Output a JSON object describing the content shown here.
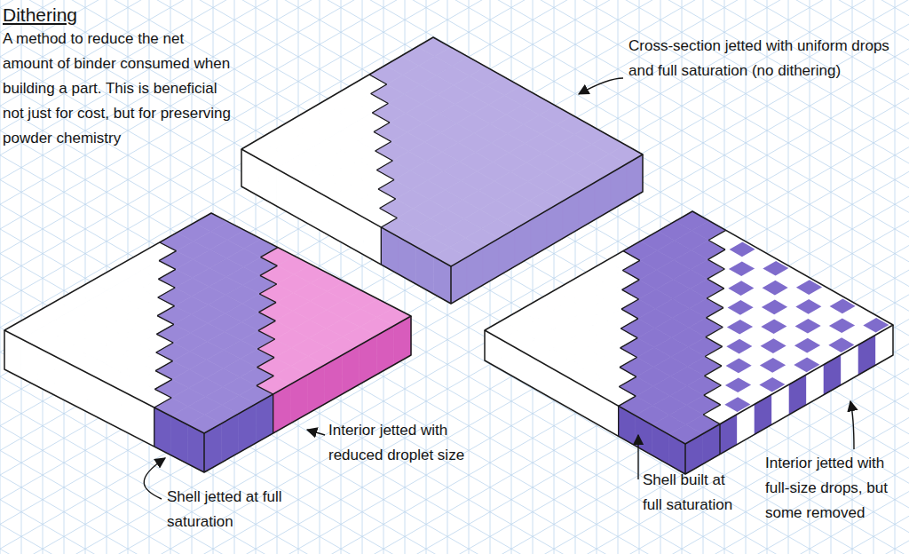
{
  "diagram": {
    "title": "Dithering",
    "labels": [
      "A method to reduce the net amount of  binder consumed when building a part. This is beneficial not just for cost, but for preserving powder chemistry",
      "Cross-section jetted with uniform drops and full saturation (no dithering)",
      "Interior jetted with reduced droplet size",
      "Shell jetted at full saturation",
      "Shell built at full saturation",
      "Interior jetted with full-size drops, but some removed"
    ]
  }
}
